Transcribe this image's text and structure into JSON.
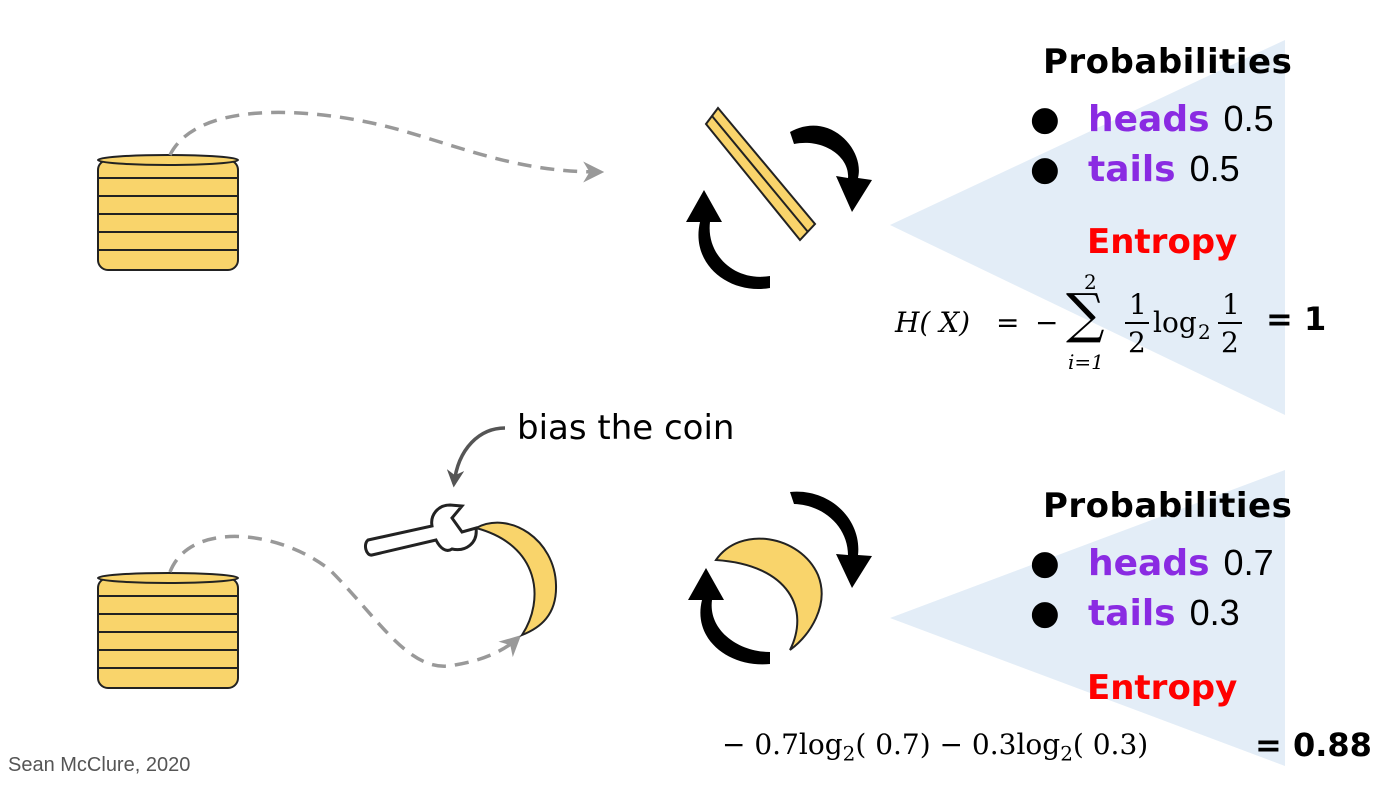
{
  "top": {
    "title": "Probabilities",
    "outcomes": [
      {
        "label": "heads",
        "value": "0.5"
      },
      {
        "label": "tails",
        "value": "0.5"
      }
    ],
    "entropy_title": "Entropy",
    "formula": {
      "lhs": "H( X)",
      "equals": "=",
      "minus": "−",
      "sigma": "∑",
      "upper": "2",
      "lower": "i=1",
      "frac1_num": "1",
      "frac1_den": "2",
      "log": "log",
      "log_base": "2",
      "frac2_num": "1",
      "frac2_den": "2"
    },
    "result": "= 1"
  },
  "bottom": {
    "title": "Probabilities",
    "outcomes": [
      {
        "label": "heads",
        "value": "0.7"
      },
      {
        "label": "tails",
        "value": "0.3"
      }
    ],
    "entropy_title": "Entropy",
    "formula": {
      "part1": "− 0.7log",
      "sub1": "2",
      "part2": "( 0.7) − 0.3log",
      "sub2": "2",
      "part3": "( 0.3)"
    },
    "result": "= 0.88"
  },
  "caption": "bias the coin",
  "credit": "Sean McClure, 2020",
  "colors": {
    "coin_fill": "#f9d46b",
    "coin_stroke": "#222222",
    "cone_fill": "#e3edf7",
    "label_purple": "#8a2be2",
    "entropy_red": "#ff0000",
    "dash_gray": "#999999"
  }
}
